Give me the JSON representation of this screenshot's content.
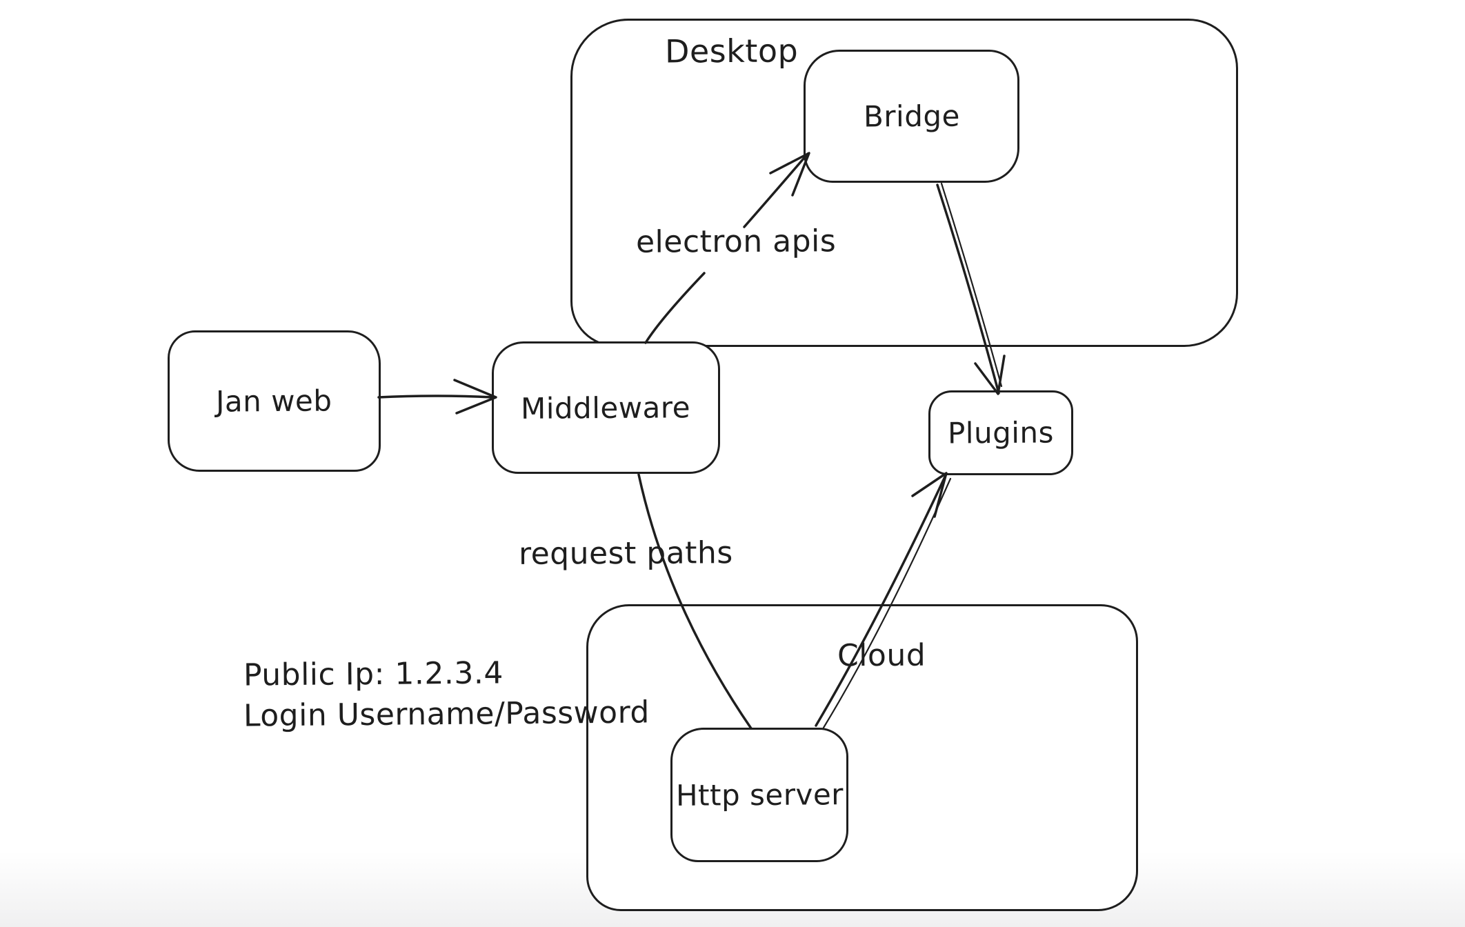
{
  "colors": {
    "stroke": "#1e1e1e",
    "background": "#ffffff"
  },
  "containers": {
    "desktop": {
      "label": "Desktop"
    },
    "cloud": {
      "label": "Cloud"
    }
  },
  "nodes": {
    "jan_web": {
      "label": "Jan web"
    },
    "middleware": {
      "label": "Middleware"
    },
    "bridge": {
      "label": "Bridge"
    },
    "plugins": {
      "label": "Plugins"
    },
    "http_server": {
      "label": "Http server"
    }
  },
  "edges": {
    "jan_web_to_middleware": {
      "from": "Jan web",
      "to": "Middleware",
      "label": ""
    },
    "middleware_to_bridge": {
      "from": "Middleware",
      "to": "Bridge",
      "label": "electron apis"
    },
    "bridge_to_plugins": {
      "from": "Bridge",
      "to": "Plugins",
      "label": ""
    },
    "middleware_to_http_server": {
      "from": "Middleware",
      "to": "Http server",
      "label": "request paths"
    },
    "http_server_to_plugins": {
      "from": "Http server",
      "to": "Plugins",
      "label": ""
    }
  },
  "annotations": {
    "public_ip": "Public Ip: 1.2.3.4",
    "login": "Login Username/Password"
  }
}
